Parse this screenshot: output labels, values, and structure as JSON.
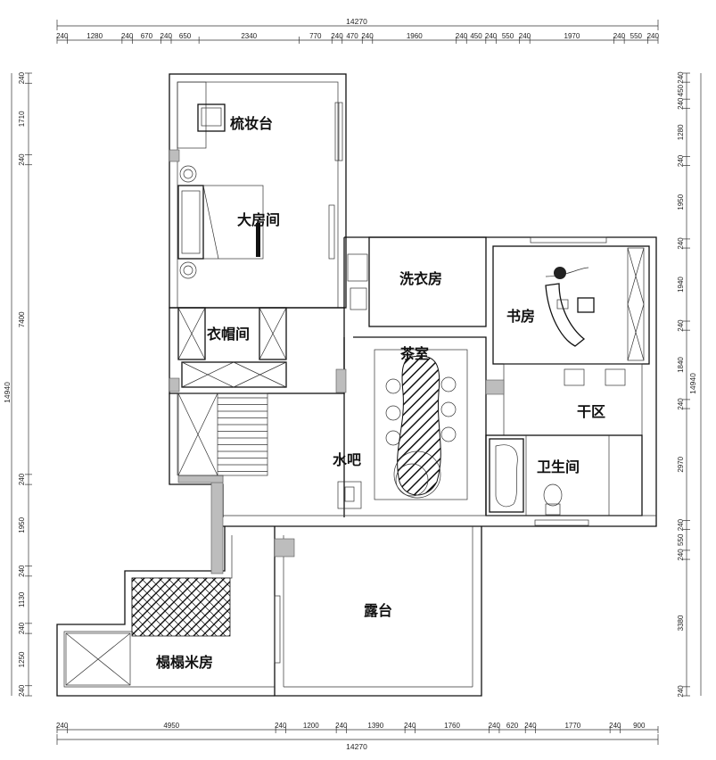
{
  "overall": {
    "top_total": "14270",
    "bottom_total": "14270",
    "left_total": "14940",
    "right_total": "14940"
  },
  "top_dims": [
    "240",
    "1280",
    "240",
    "670",
    "240",
    "650",
    "2340",
    "770",
    "240",
    "470",
    "240",
    "1960",
    "240",
    "450",
    "240",
    "550",
    "240",
    "1970",
    "240",
    "550",
    "240"
  ],
  "bottom_dims": [
    "240",
    "4950",
    "240",
    "1200",
    "240",
    "1390",
    "240",
    "1760",
    "240",
    "620",
    "240",
    "1770",
    "240",
    "900"
  ],
  "left_dims": [
    "240",
    "1710",
    "240",
    "7400",
    "240",
    "1950",
    "240",
    "1130",
    "240",
    "1250",
    "240"
  ],
  "right_dims": [
    "240",
    "450",
    "240",
    "1280",
    "240",
    "1950",
    "240",
    "1940",
    "240",
    "1840",
    "240",
    "2970",
    "240",
    "550",
    "240",
    "3380",
    "240"
  ],
  "rooms": {
    "dressing": "梳妆台",
    "master_bedroom": "大房间",
    "cloakroom": "衣帽间",
    "laundry": "洗衣房",
    "study": "书房",
    "tea_room": "茶室",
    "dry_area": "干区",
    "water_bar": "水吧",
    "bathroom": "卫生间",
    "terrace": "露台",
    "tatami": "榻榻米房"
  }
}
